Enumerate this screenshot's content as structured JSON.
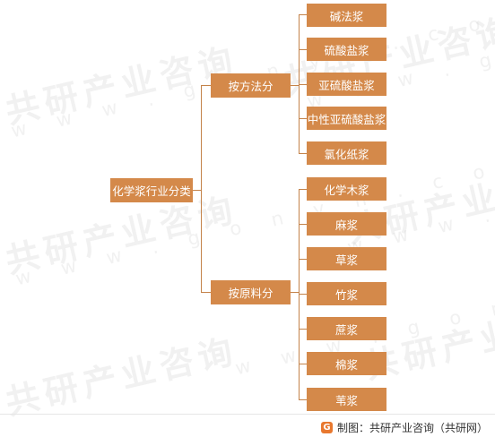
{
  "diagram": {
    "root": "化学浆行业分类",
    "branches": [
      {
        "label": "按方法分",
        "children": [
          "碱法浆",
          "硫酸盐浆",
          "亚硫酸盐浆",
          "中性亚硫酸盐浆",
          "氯化纸浆"
        ]
      },
      {
        "label": "按原料分",
        "children": [
          "化学木浆",
          "麻浆",
          "草浆",
          "竹浆",
          "蔗浆",
          "棉浆",
          "苇浆"
        ]
      }
    ],
    "colors": {
      "node": "#d4894a",
      "line": "#c4834a",
      "text": "#ffffff"
    }
  },
  "watermark": {
    "text_cn": "共研产业咨询",
    "text_url": "w w w . g o n y n . c o m"
  },
  "footer": {
    "logo_icon": "gonyn-logo-icon",
    "logo_glyph": "G",
    "credit": "制图：共研产业咨询（共研网）"
  }
}
